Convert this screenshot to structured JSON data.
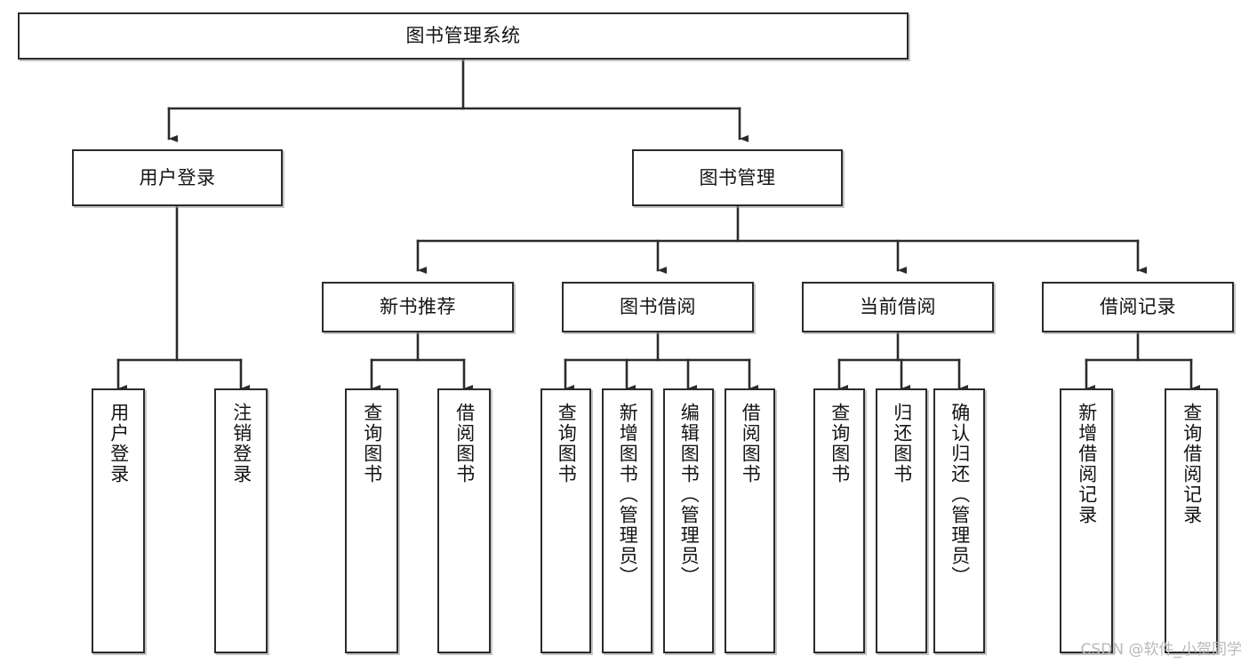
{
  "diagram": {
    "title": "图书管理系统",
    "type": "tree",
    "colors": {
      "box_border": "#2b2b2b",
      "box_fill": "#ffffff",
      "connector": "#2b2b2b",
      "text": "#141414",
      "watermark": "#b9b9b9",
      "background": "#ffffff"
    },
    "root": {
      "label": "图书管理系统"
    },
    "level2": [
      {
        "label": "用户登录"
      },
      {
        "label": "图书管理"
      }
    ],
    "level3": [
      {
        "label": "新书推荐"
      },
      {
        "label": "图书借阅"
      },
      {
        "label": "当前借阅"
      },
      {
        "label": "借阅记录"
      }
    ],
    "leaves": {
      "user_login": [
        {
          "label": "用户登录"
        },
        {
          "label": "注销登录"
        }
      ],
      "new_book_recommend": [
        {
          "label": "查询图书"
        },
        {
          "label": "借阅图书"
        }
      ],
      "book_borrow": [
        {
          "label": "查询图书"
        },
        {
          "label": "新增图书（管理员）"
        },
        {
          "label": "编辑图书（管理员）"
        },
        {
          "label": "借阅图书"
        }
      ],
      "current_borrow": [
        {
          "label": "查询图书"
        },
        {
          "label": "归还图书"
        },
        {
          "label": "确认归还（管理员）"
        }
      ],
      "borrow_record": [
        {
          "label": "新增借阅记录"
        },
        {
          "label": "查询借阅记录"
        }
      ]
    }
  },
  "watermark": {
    "text": "CSDN @软件_小贺同学"
  }
}
